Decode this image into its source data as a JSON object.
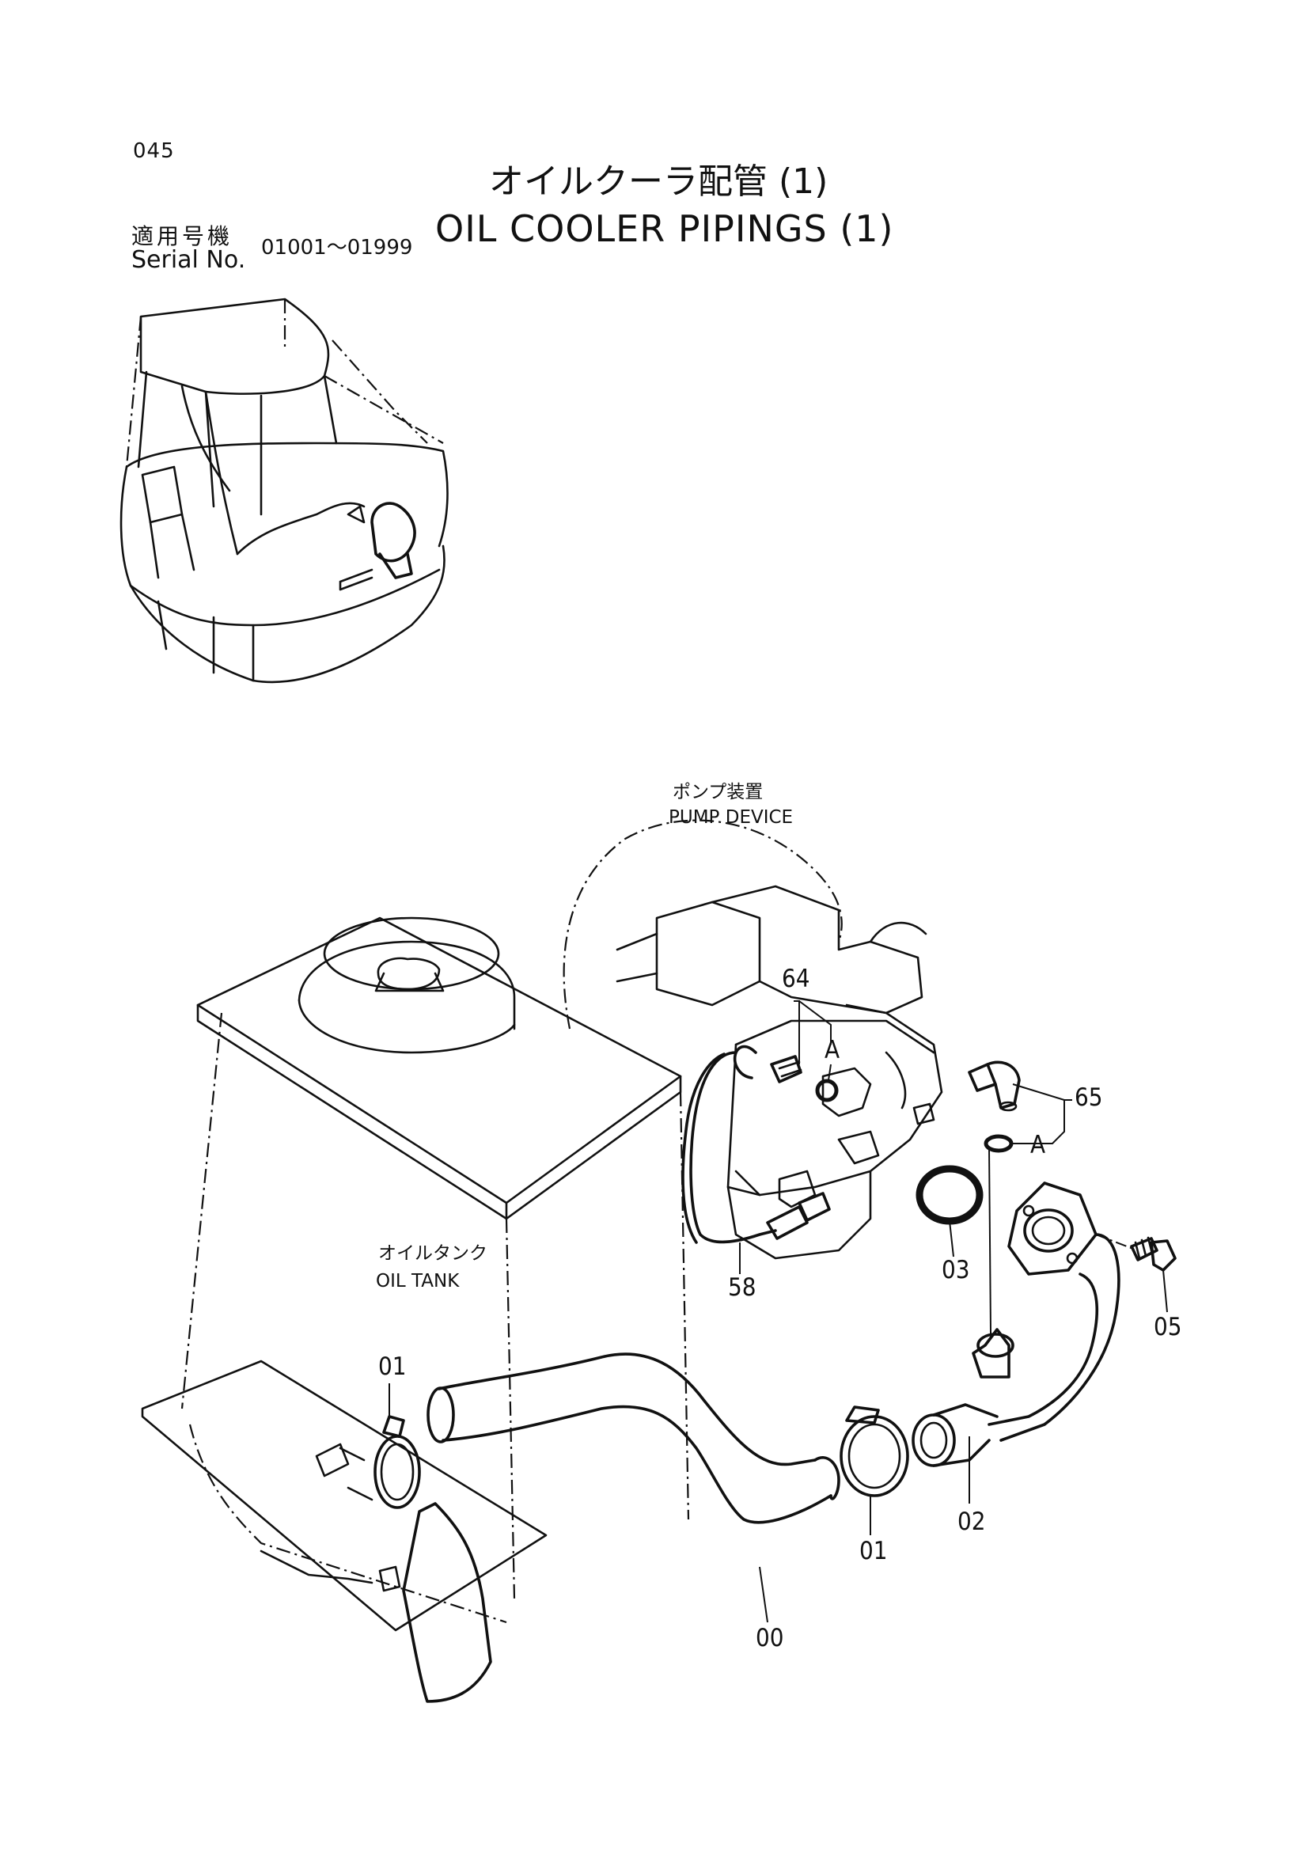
{
  "header": {
    "page_number": "045",
    "title_jp": "オイルクーラ配管 (1)",
    "title_en": "OIL COOLER PIPINGS (1)",
    "serial_label_jp": "適用号機",
    "serial_label_en": "Serial No.",
    "serial_range": "01001～01999"
  },
  "labels": {
    "pump_device_jp": "ポンプ装置",
    "pump_device_en": "PUMP DEVICE",
    "oil_tank_jp": "オイルタンク",
    "oil_tank_en": "OIL TANK"
  },
  "callouts": {
    "c64": "64",
    "a_left": "A",
    "c65": "65",
    "a_right": "A",
    "c03": "03",
    "c58": "58",
    "c05": "05",
    "c01_left": "01",
    "c02": "02",
    "c01_right": "01",
    "c00": "00"
  }
}
